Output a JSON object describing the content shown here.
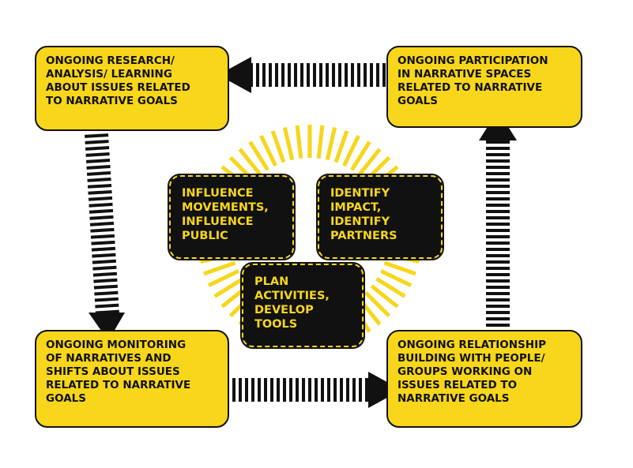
{
  "colors": {
    "accent": "#f7d61b",
    "dark": "#111111"
  },
  "outer_boxes": {
    "research": "ONGOING RESEARCH/\nANALYSIS/ LEARNING\nABOUT ISSUES RELATED\nTO NARRATIVE GOALS",
    "participation": "ONGOING PARTICIPATION\nIN NARRATIVE SPACES\nRELATED TO NARRATIVE\nGOALS",
    "monitoring": "ONGOING MONITORING\nOF NARRATIVES AND\nSHIFTS ABOUT ISSUES\nRELATED TO NARRATIVE\nGOALS",
    "relationship": "ONGOING RELATIONSHIP\nBUILDING WITH PEOPLE/\nGROUPS WORKING ON\nISSUES RELATED TO\nNARRATIVE GOALS"
  },
  "inner_boxes": {
    "influence": "INFLUENCE\nMOVEMENTS,\nINFLUENCE\nPUBLIC",
    "identify": "IDENTIFY\nIMPACT,\nIDENTIFY\nPARTNERS",
    "plan": "PLAN\nACTIVITIES,\nDEVELOP\nTOOLS"
  }
}
